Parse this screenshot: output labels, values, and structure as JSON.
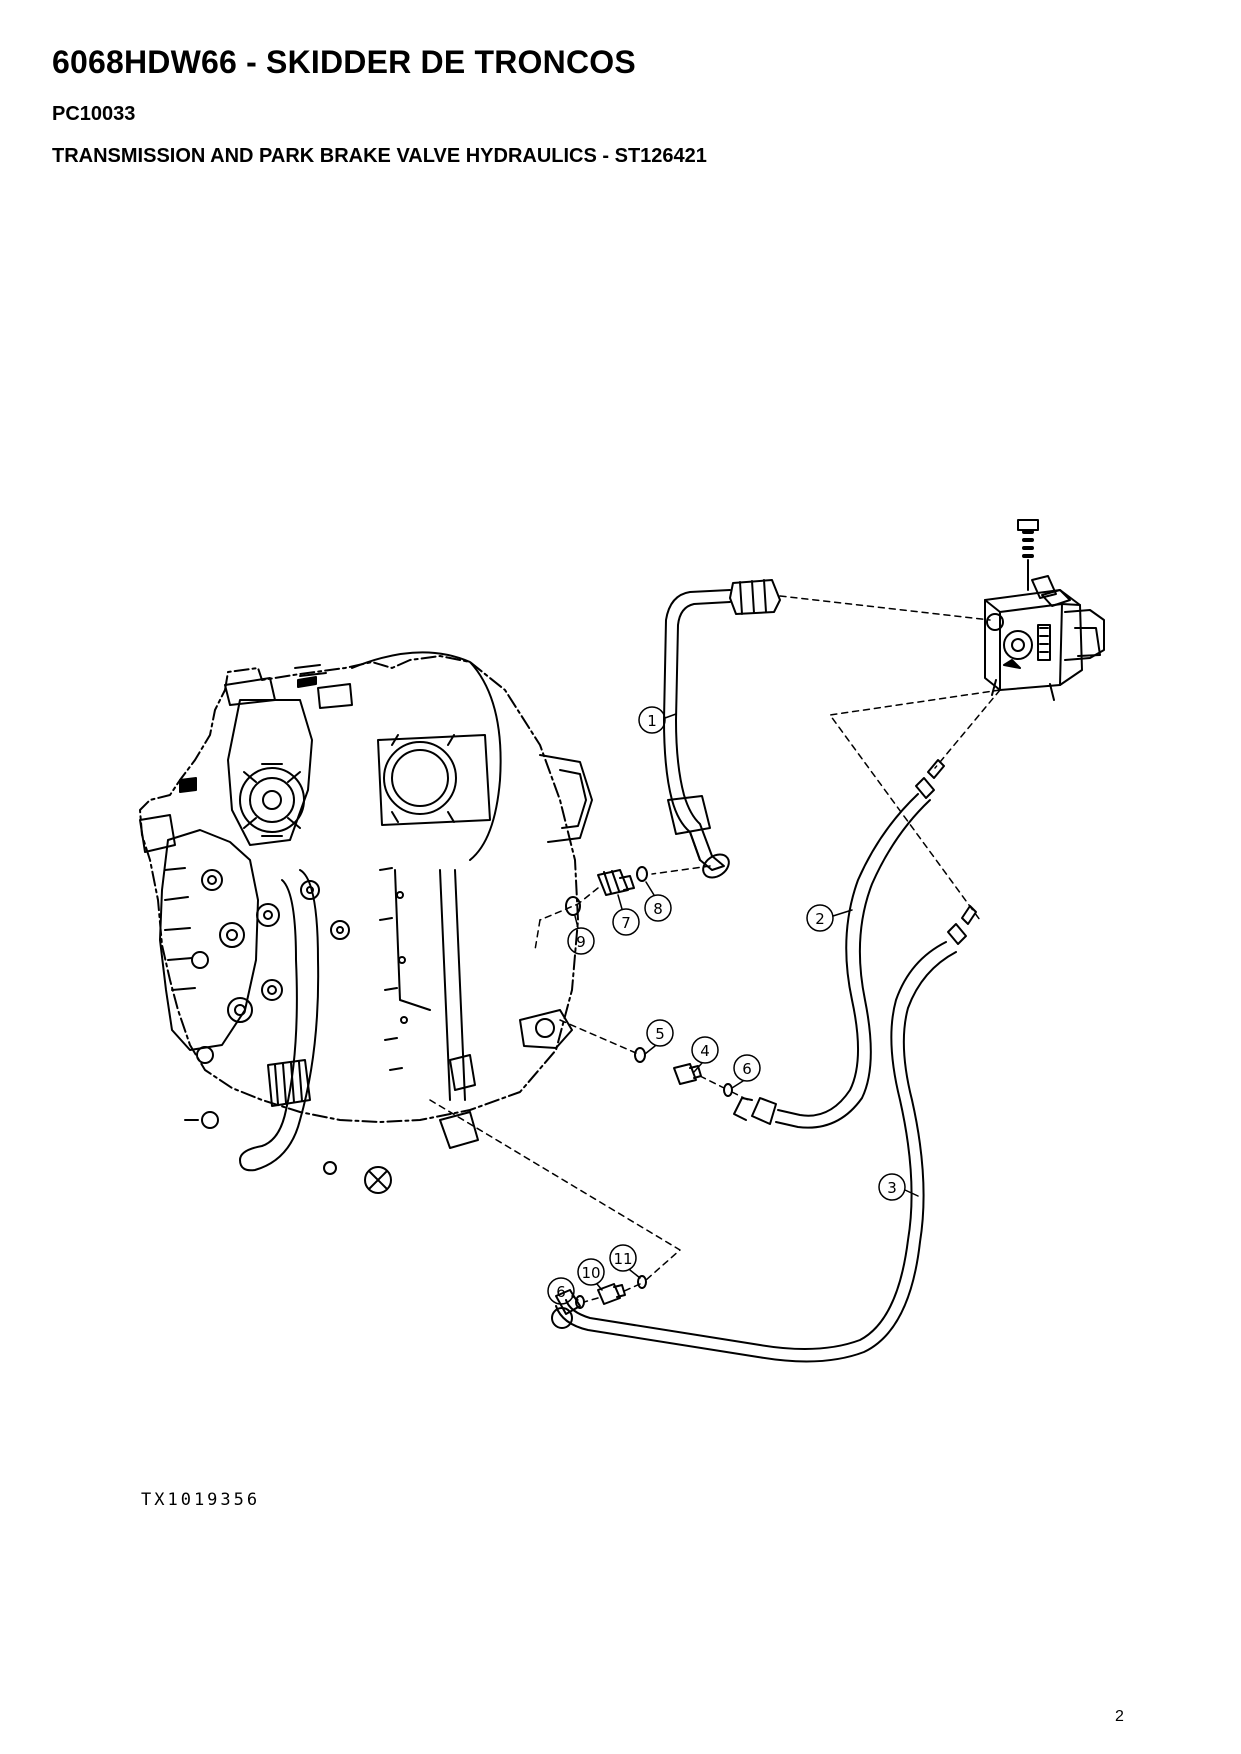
{
  "header": {
    "title": "6068HDW66 - SKIDDER DE TRONCOS",
    "code": "PC10033",
    "caption": "TRANSMISSION AND PARK BRAKE VALVE HYDRAULICS - ST126421"
  },
  "diagram": {
    "callouts": [
      "1",
      "2",
      "3",
      "4",
      "5",
      "6",
      "7",
      "8",
      "9",
      "6",
      "10",
      "11"
    ],
    "figure_code": "TX1019356"
  },
  "footer": {
    "page_number": "2"
  }
}
